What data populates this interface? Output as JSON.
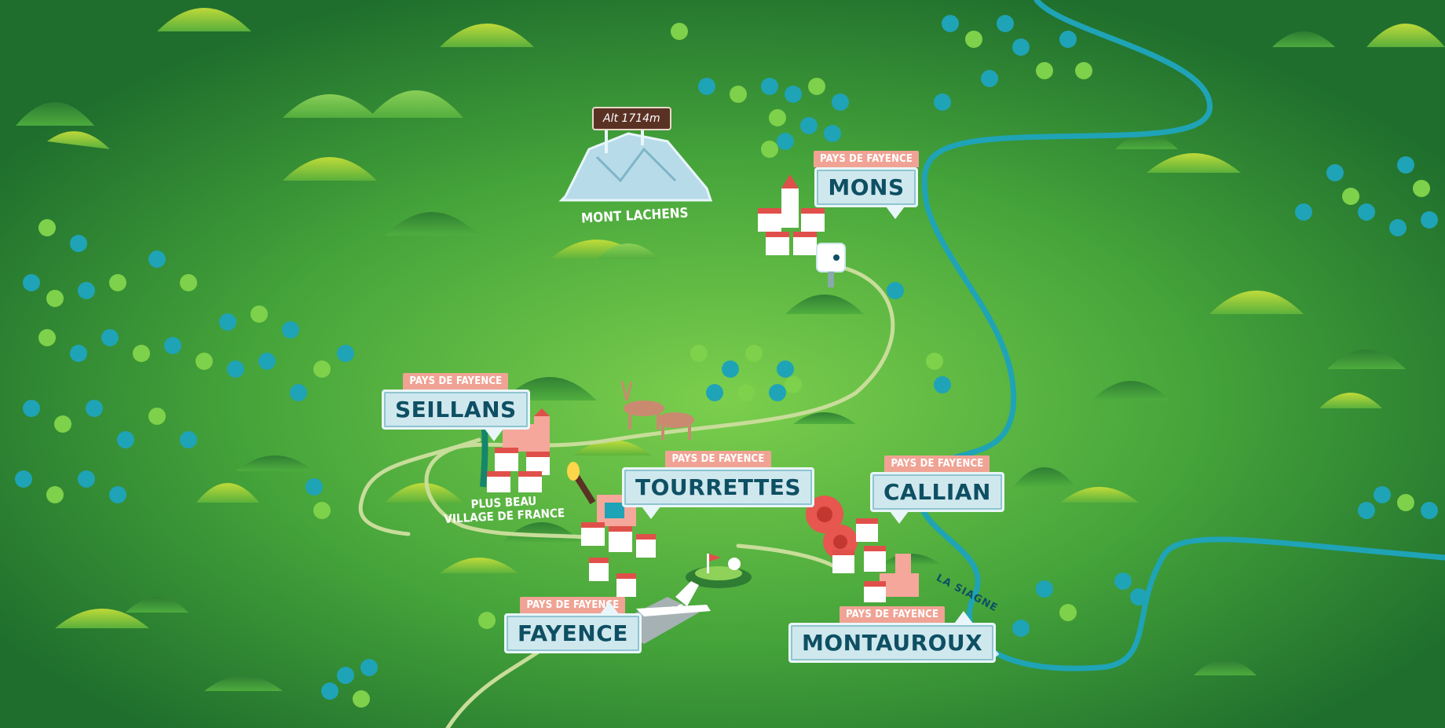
{
  "map": {
    "landmark": {
      "name": "MONT LACHENS",
      "altitude_sign": "Alt 1714m"
    },
    "heritage_caption": "PLUS BEAU\nVILLAGE DE FRANCE",
    "river": "LA SIAGNE",
    "towns": [
      {
        "region": "PAYS DE FAYENCE",
        "name": "MONS"
      },
      {
        "region": "PAYS DE FAYENCE",
        "name": "SEILLANS"
      },
      {
        "region": "PAYS DE FAYENCE",
        "name": "TOURRETTES"
      },
      {
        "region": "PAYS DE FAYENCE",
        "name": "CALLIAN"
      },
      {
        "region": "PAYS DE FAYENCE",
        "name": "FAYENCE"
      },
      {
        "region": "PAYS DE FAYENCE",
        "name": "MONTAUROUX"
      }
    ],
    "colors": {
      "grass": "#3c9a3a",
      "river": "#1fa3b6",
      "label_box": "#cfe8ee",
      "label_text": "#0e4f63",
      "region_tag": "#f0a394",
      "roof": "#e0504a"
    },
    "icons": [
      "mountain-icon",
      "village-icon",
      "deer-icon",
      "airplane-icon",
      "golf-icon",
      "rose-icon",
      "pine-tree-icon",
      "sign-icon"
    ]
  }
}
